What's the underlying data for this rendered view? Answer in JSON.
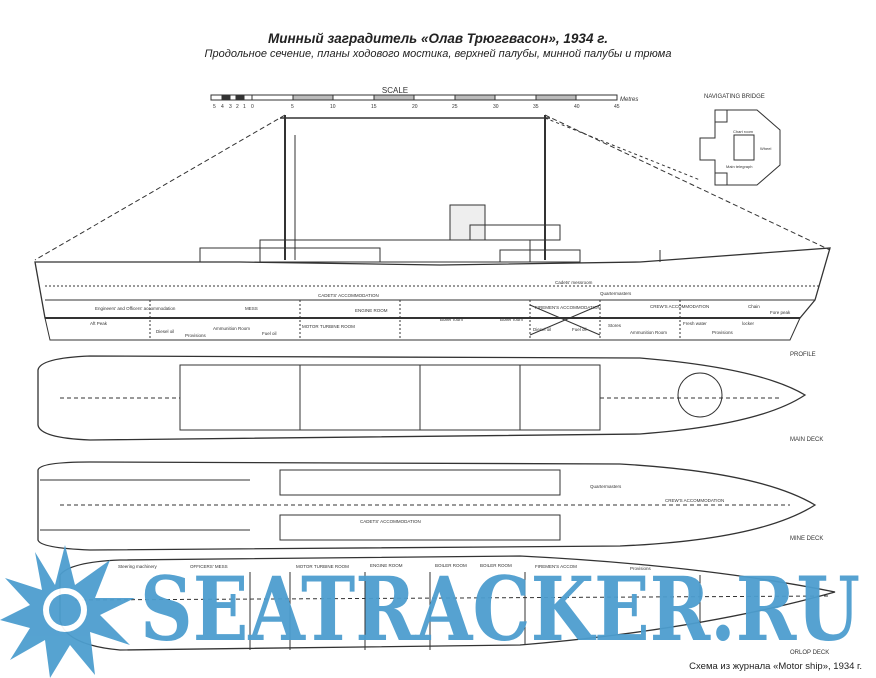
{
  "title": "Минный заградитель «Олав Трюггвасон», 1934 г.",
  "subtitle": "Продольное сечение, планы ходового мостика, верхней палубы, минной палубы и трюма",
  "scale": {
    "label": "SCALE",
    "unit": "Metres",
    "ticks": [
      "5",
      "4",
      "3",
      "2",
      "1",
      "0",
      "5",
      "10",
      "15",
      "20",
      "25",
      "30",
      "35",
      "40",
      "45"
    ]
  },
  "views": {
    "bridge": "NAVIGATING BRIDGE",
    "profile": "PROFILE",
    "main_deck": "MAIN DECK",
    "mine_deck": "MINE DECK",
    "orlop_deck": "ORLOP DECK"
  },
  "bridge_labels": {
    "chart": "Chart room",
    "wheel": "Wheel",
    "telegraph": "Main telegraph"
  },
  "profile_labels": {
    "cadets": "CADETS' ACCOMMODATION",
    "engineers": "Engineers' and Officers' accommodation",
    "mess": "MESS",
    "engine_room": "ENGINE ROOM",
    "firemen": "FIREMEN'S ACCOMMODATION",
    "crew": "CREW'S ACCOMMODATION",
    "after_peak": "Aft Peak",
    "diesel": "Diesel oil",
    "provisions": "Provisions",
    "ammunition": "Ammunition Room",
    "fuel": "Fuel oil",
    "motor_turbine": "MOTOR TURBINE ROOM",
    "boiler1": "Boiler room",
    "boiler2": "Boiler room",
    "stores": "Stores",
    "ammunition2": "Ammunition Room",
    "fresh_water": "Fresh water",
    "provisions2": "Provisions",
    "locker": "locker",
    "chain": "Chain",
    "fore_peak": "Fore peak",
    "cadets_messroom": "Cadets' messroom",
    "quartermasters": "Quartermasters"
  },
  "mine_deck_labels": {
    "cadets": "CADETS' ACCOMMODATION",
    "crew": "CREW'S ACCOMMODATION",
    "quartermasters": "Quartermasters"
  },
  "orlop_labels": {
    "steering": "Steering machinery",
    "officers_mess": "OFFICERS' MESS",
    "motor": "MOTOR TURBINE ROOM",
    "engine": "ENGINE ROOM",
    "boiler1": "BOILER ROOM",
    "boiler2": "BOILER ROOM",
    "firemen": "FIREMEN'S ACCOM",
    "provisions": "Provisions"
  },
  "watermark": "SEATRACKER.RU",
  "credit": "Схема из журнала «Motor ship», 1934 г.",
  "colors": {
    "line": "#333333",
    "watermark": "#4d9ecf"
  }
}
